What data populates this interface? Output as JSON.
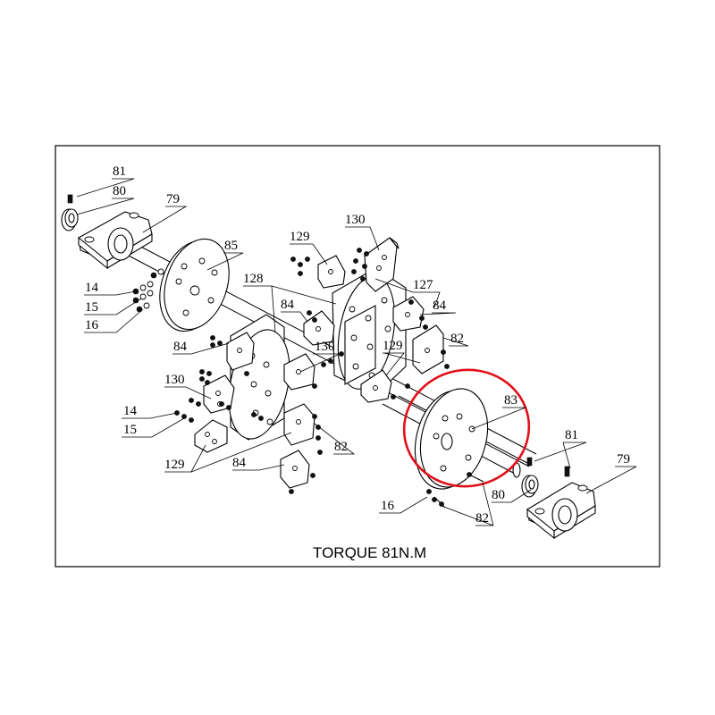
{
  "caption": "TORQUE 81N.M",
  "highlight_color": "#e0101a",
  "callouts": {
    "c81a": "81",
    "c80a": "80",
    "c79a": "79",
    "c85": "85",
    "c14a": "14",
    "c15a": "15",
    "c16a": "16",
    "c84a": "84",
    "c128": "128",
    "c84b": "84",
    "c129a": "129",
    "c130a": "130",
    "c127": "127",
    "c84c": "84",
    "c82a": "82",
    "c130b": "130",
    "c129b": "129",
    "c130c": "130",
    "c14b": "14",
    "c15b": "15",
    "c129c": "129",
    "c84d": "84",
    "c82b": "82",
    "c83": "83",
    "c81b": "81",
    "c79b": "79",
    "c80b": "80",
    "c16b": "16",
    "c82c": "82"
  }
}
